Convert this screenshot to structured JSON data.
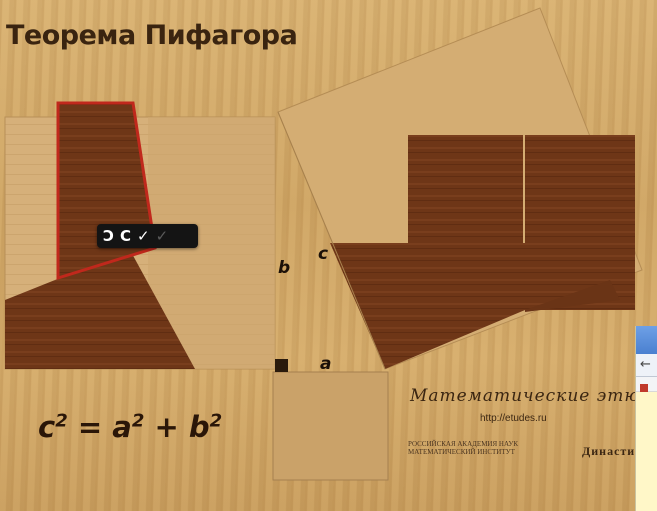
{
  "slide": {
    "title": "Теорема Пифагора",
    "formula": {
      "c": "c",
      "eq": " = ",
      "a": "a",
      "plus": " + ",
      "b": "b",
      "exp": "2"
    },
    "labels": {
      "b": "b",
      "c": "c",
      "a": "a"
    },
    "brand": {
      "name": "Математические этюды",
      "url": "http://etudes.ru",
      "institute_line1": "РОССИЙСКАЯ АКАДЕМИЯ НАУК",
      "institute_line2": "МАТЕМАТИЧЕСКИЙ ИНСТИТУТ",
      "foundation": "Династия"
    }
  },
  "toolbar": {
    "undo_icon": "undo-icon",
    "redo_icon": "redo-icon",
    "check_icon": "check-icon",
    "confirm_icon": "check-dim-icon",
    "undo_glyph": "Ↄ",
    "redo_glyph": "C",
    "check_glyph": "✓",
    "confirm_glyph": "✓"
  },
  "colors": {
    "wood_light": "#d2ab6c",
    "wood_dark": "#6a3416",
    "highlight_red": "#c0281c",
    "toolbar_bg": "#141414"
  }
}
